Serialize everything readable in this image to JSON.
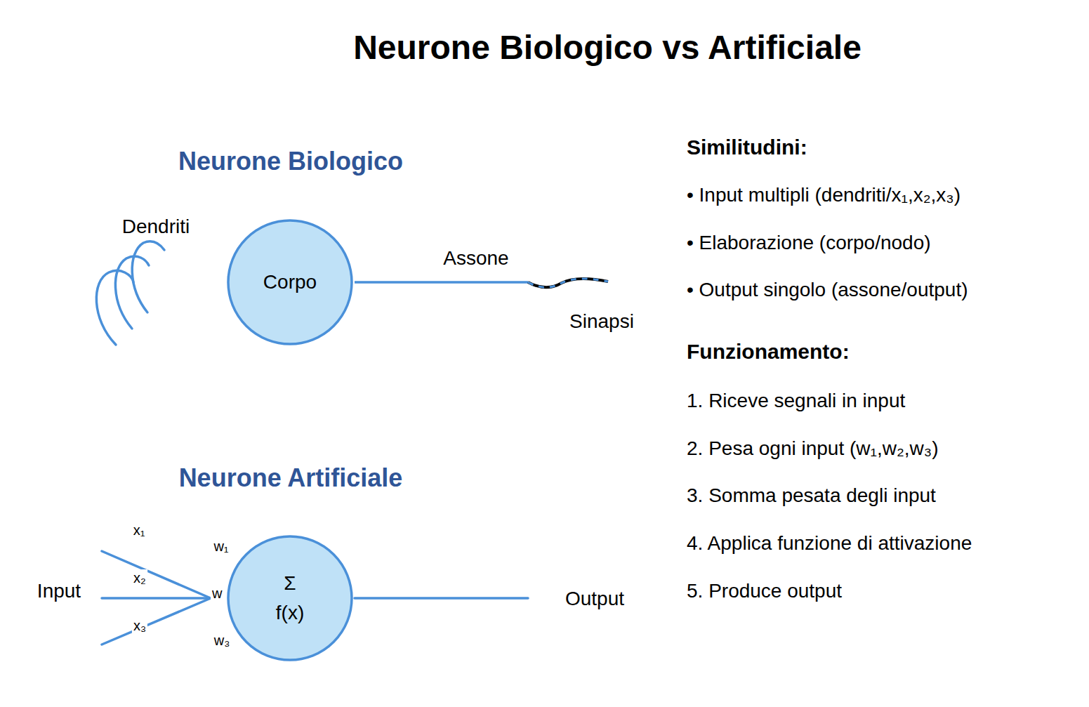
{
  "diagram": {
    "title": "Neurone Biologico vs Artificiale",
    "nodes": [
      {
        "text": [
          "Corpo"
        ]
      },
      {
        "text": [
          "Σ",
          "f(x)"
        ]
      }
    ],
    "labels": [
      "Neurone Biologico",
      "Dendriti",
      "Assone",
      "Sinapsi",
      "Neurone Artificiale",
      "x₁",
      "x₂",
      "x₃",
      "w₁",
      "w",
      "w₃",
      "Input",
      "Output",
      "Similitudini:",
      "• Input multipli (dendriti/x₁,x₂,x₃)",
      "• Elaborazione (corpo/nodo)",
      "• Output singolo (assone/output)",
      "Funzionamento:",
      "1. Riceve segnali in input",
      "2. Pesa ogni input (w₁,w₂,w₃)",
      "3. Somma pesata degli input",
      "4. Applica funzione di attivazione",
      "5. Produce output"
    ]
  }
}
